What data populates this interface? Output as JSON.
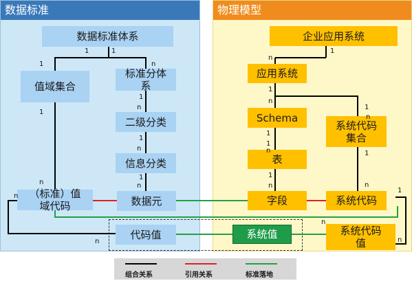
{
  "panels": {
    "standard_title": "数据标准",
    "physical_title": "物理模型"
  },
  "nodes": {
    "std_system": "数据标准体系",
    "value_domain_set": "值域集合",
    "std_category": "标准分体\n系",
    "level2": "二级分类",
    "info_category": "信息分类",
    "std_value_domain_code": "（标准）值\n域代码",
    "data_element": "数据元",
    "code_value": "代码值",
    "system_value": "系统值",
    "enterprise_app": "企业应用系统",
    "app_system": "应用系统",
    "schema": "Schema",
    "table": "表",
    "field": "字段",
    "sys_code_set": "系统代码\n集合",
    "sys_code": "系统代码",
    "sys_code_value": "系统代码\n值"
  },
  "multiplicities": {
    "m1": "1",
    "m2": "1",
    "m3": "1",
    "m4": "n",
    "m5": "1",
    "m6": "n",
    "m7": "1",
    "m8": "n",
    "m9": "1",
    "m10": "n",
    "m11": "1",
    "m12": "n",
    "m13": "n",
    "m14": "n",
    "m15": "1",
    "m16": "n",
    "m17": "1",
    "m18": "n",
    "m19": "1",
    "m20": "n",
    "m21": "1",
    "m22": "1",
    "m23": "n",
    "m24": "1",
    "m25": "n",
    "m26": "1",
    "m27": "n",
    "m28": "1",
    "m29": "n",
    "m30": "n"
  },
  "legend": {
    "composition": "组合关系",
    "reference": "引用关系",
    "standard_landing": "标准落地"
  },
  "colors": {
    "composition": "#000000",
    "reference": "#e02020",
    "standard_landing": "#21a046",
    "std_panel_header": "#3a79b9",
    "phy_panel_header": "#f08c1d"
  }
}
